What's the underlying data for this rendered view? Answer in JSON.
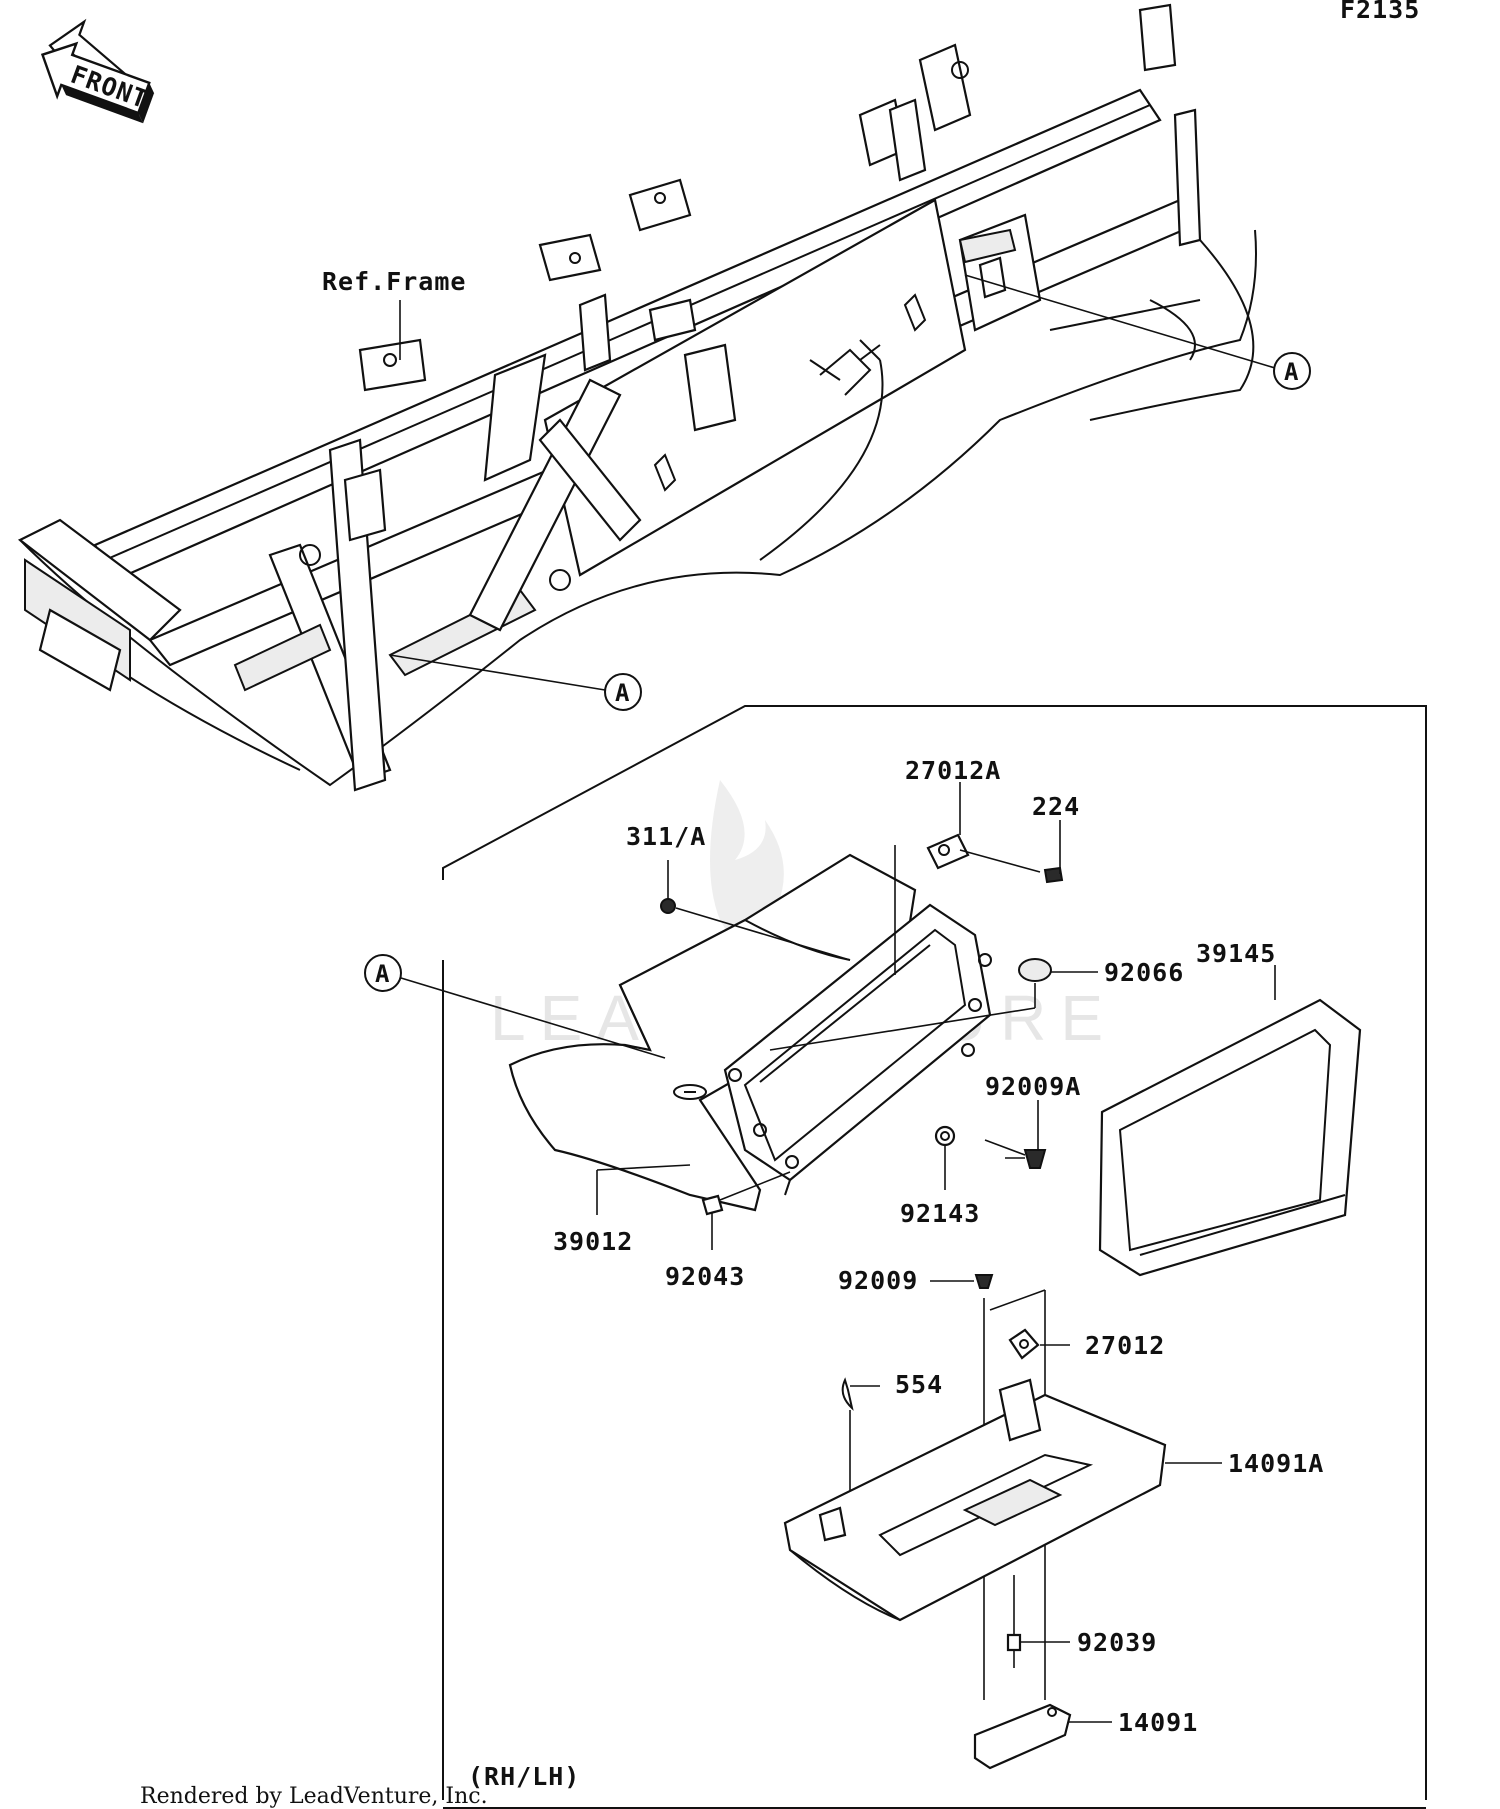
{
  "figure_code": "F2135",
  "front_label": "FRONT",
  "ref_label": "Ref.Frame",
  "callout_letter": "A",
  "variant_note": "(RH/LH)",
  "credit": "Rendered by LeadVenture, Inc.",
  "watermark": "LEADVENTURE",
  "parts": {
    "p27012A": "27012A",
    "p224": "224",
    "p311A": "311/A",
    "p92066": "92066",
    "p39145": "39145",
    "p92009A": "92009A",
    "p92143": "92143",
    "p39012": "39012",
    "p92043": "92043",
    "p92009": "92009",
    "p27012": "27012",
    "p554": "554",
    "p14091A": "14091A",
    "p92039": "92039",
    "p14091": "14091"
  }
}
